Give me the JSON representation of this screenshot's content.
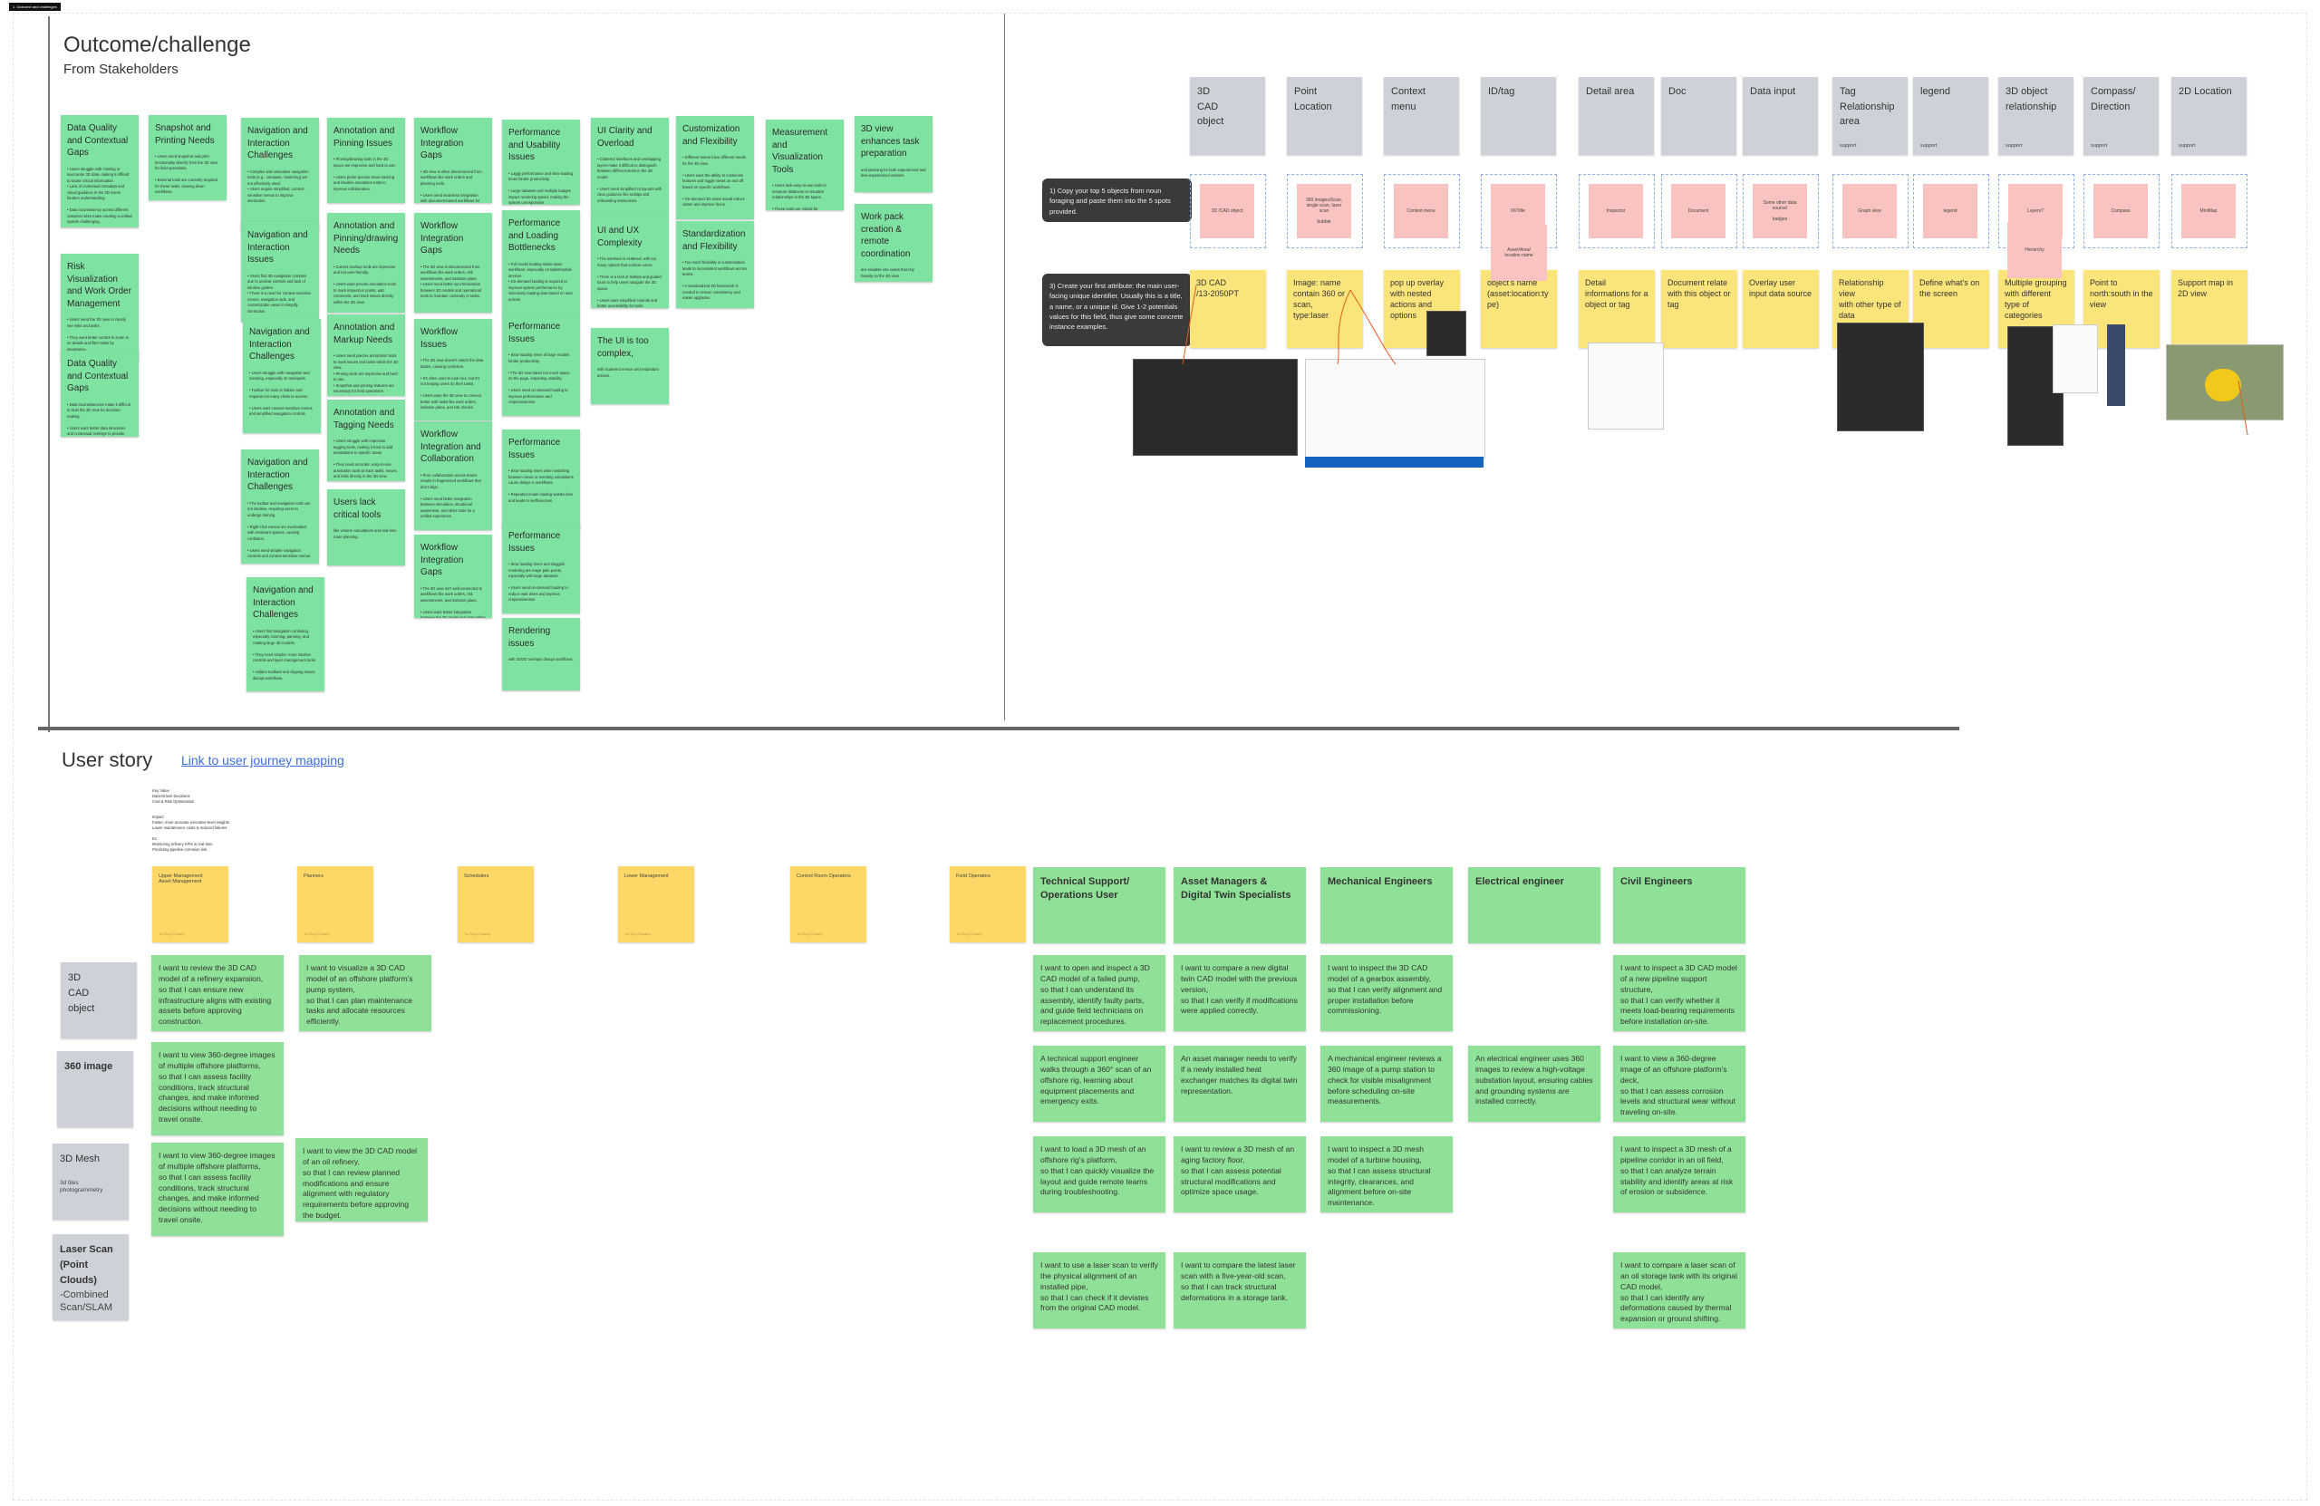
{
  "frame_label": "1. Outcome and challenges",
  "outcome": {
    "title": "Outcome/challenge",
    "subtitle": "From Stakeholders",
    "notes": [
      {
        "title": "Data Quality and Contextual Gaps",
        "body": "• Users struggle with missing or inaccurate 3D data, making it difficult to locate critical information.\n• Lack of contextual metadata and visual guidance in the 3D scene hinders understanding.\n\n• Data inconsistency across different customer sites make creating a unified system challenging."
      },
      {
        "title": "Snapshot and Printing Needs",
        "body": "• Users need snapshot and print functionality directly from the 3D view for field operations.\n\n• External tools are currently required for these tasks, slowing down workflows."
      },
      {
        "title": "Navigation and Interaction Challenges",
        "body": "• Complex and unintuitive navigation tools (e.g., compass, clustering) are not effectively used.\n• Users require simplified, context-sensitive menus to improve interaction."
      },
      {
        "title": "Annotation and Pinning Issues",
        "body": "• Pinning/drawing tools in the 3D space are imprecise and hard to use.\n\n• Users prefer precise issue tracking and intuitive annotation tools to improve collaboration."
      },
      {
        "title": "Workflow Integration Gaps",
        "body": "• 3D view is often disconnected from workflows like work orders and planning tools.\n\n• Users need seamless integration with document-based workflows for better task management."
      },
      {
        "title": "Performance and Usability Issues",
        "body": "• Laggy performance and slow loading times hinder productivity.\n\n• Large datasets and multiple badges impact rendering speed, making the system unresponsive."
      },
      {
        "title": "UI Clarity and Overload",
        "body": "• Cluttered interfaces and overlapping layers make it difficult to distinguish between different items in the 3D model.\n\n• Users need simplified UI layouts with clear guidance like tooltips and onboarding instructions."
      },
      {
        "title": "Customization and Flexibility",
        "body": "• Different teams have different needs for the 3D view.\n\n• Users want the ability to customize features and toggle views on and off based on specific workflows.\n\n• On-demand 3D views would reduce clutter and improve focus."
      },
      {
        "title": "Measurement and Visualization Tools",
        "body": "• Users lack easy-to-use tools to measure distances or visualize relationships in the 3D space.\n\n• These tools are critical for understanding equipment layout and interactions during simulations."
      },
      {
        "title": "3D view enhances task preparation",
        "body": "and planning for both experienced and less-experienced workers."
      },
      {
        "title": "Work pack creation & remote coordination",
        "body": "are valuable use cases that rely heavily on the 3D view."
      },
      {
        "title": "Risk Visualization and Work Order Management",
        "body": "• Users need the 3D view to clearly see risks and tasks.\n\n• They want better control to zoom in on details and filter tasks by importance."
      },
      {
        "title": "Data Quality and Contextual Gaps",
        "body": "• Data inconsistencies make it difficult to trust the 3D view for decision-making.\n\n• Users want better data structures and contextual overlays to provide more accurate insights."
      },
      {
        "title": "Navigation and Interaction Issues",
        "body": "• Users find 3D navigation complex due to unclear controls and lack of intuitive guides.\n• There is a need for context-sensitive menus, navigation aids, and customizable views to simplify interaction."
      },
      {
        "title": "Navigation and Interaction Challenges",
        "body": "• Users struggle with navigation and zooming, especially on trackpads.\n\n• Toolbar for tools is hidden and requires too many clicks to access.\n\n• Users want context-sensitive menus and simplified navigation controls."
      },
      {
        "title": "Navigation and Interaction Challenges",
        "body": "• The toolbar and navigation tools are not intuitive, requiring users to undergo training.\n\n• Right-click menus are overloaded with irrelevant options, causing confusion.\n\n• Users need simpler navigation controls and context-sensitive menus."
      },
      {
        "title": "Navigation and Interaction Challenges",
        "body": "• Users find navigation confusing, especially zooming, panning, and rotating large 3D models.\n\n• They need simpler, more intuitive controls and layer management tools.\n\n• Hidden toolbars and clipping issues disrupt workflows."
      },
      {
        "title": "Annotation and Pinning/drawing Needs",
        "body": "• Current markup tools are imprecise and not user-friendly.\n\n• Users want precise annotation tools to mark inspection points, add comments, and track issues directly within the 3D view."
      },
      {
        "title": "Annotation and Markup Needs",
        "body": "• Users need precise annotation tools to mark issues and tasks within the 3D view.\n• Pinning tools are imprecise and hard to use.\n• Snapshot and printing features are necessary for field operations."
      },
      {
        "title": "Annotation and Tagging Needs",
        "body": "• Users struggle with imprecise tagging tools, making it hard to add annotations to specific areas.\n\n• They need accurate, easy-to-use annotation tools to track tasks, issues, and risks directly in the 3D view."
      },
      {
        "title": "Users lack critical tools",
        "body": "like volume calculations and real-time route planning."
      },
      {
        "title": "Workflow Integration Gaps",
        "body": "• The 3D view is disconnected from workflows like work orders, risk assessments, and isolation plans.\n• Users need better synchronization between 3D models and operational tools to maintain continuity in tasks."
      },
      {
        "title": "Workflow Issues",
        "body": "• The 3D view doesn't match the data tables, causing confusion.\n\n• It's often used to look nice, but it's not helping users do their tasks.\n\n• Users want the 3D view to connect better with tasks like work orders, isolation plans, and risk checks."
      },
      {
        "title": "Workflow Integration and Collaboration",
        "body": "• Poor collaboration across teams results in fragmented workflows that don't align.\n\n• Users need better integration between simulation, situational awareness, and other tools for a unified experience."
      },
      {
        "title": "Workflow Integration Gaps",
        "body": "• The 3D view isn't well-connected to workflows like work orders, risk assessments, and isolation plans.\n\n• Users want better integration between the 3D model and data tables to streamline tasks."
      },
      {
        "title": "Performance and Loading Bottlenecks",
        "body": "• Full model loading slows down workflows, especially on tablet/mobile devices.\n• On-demand loading is required to improve system performance by selectively loading data based on user actions."
      },
      {
        "title": "Performance Issues",
        "body": "• Slow loading times of large models hinder productivity.\n\n• The 3D view takes too much space on the page, impacting usability.\n\n• Users need on-demand loading to improve performance and responsiveness."
      },
      {
        "title": "Performance Issues",
        "body": "• Slow loading times when switching between views or resetting simulations cause delays in workflows.\n\n• Repeated model loading wastes time and leads to inefficiencies."
      },
      {
        "title": "Performance Issues",
        "body": "• Slow loading times and sluggish rendering are major pain points, especially with large datasets.\n\n• Users need on-demand loading to reduce wait times and improve responsiveness."
      },
      {
        "title": "Rendering issues",
        "body": "with 2D/3D overlays disrupt workflows."
      },
      {
        "title": "UI and UX Complexity",
        "body": "• The interface is cluttered, with too many options that confuse users.\n\n• There is a lack of tooltips and guided tours to help users navigate the 3D space.\n\n• Users want simplified controls and better accessibility for tools."
      },
      {
        "title": "The UI is too complex,",
        "body": "with scattered menus and redundant actions."
      },
      {
        "title": "Standardization and Flexibility",
        "body": "• Too much flexibility in customization leads to inconsistent workflows across teams.\n\n• A standardized 3D framework is needed to ensure consistency and easier upgrades."
      }
    ]
  },
  "noun": {
    "callout1": "1) Copy your top 5 objects from noun foraging and paste them into the 5 spots provided.",
    "callout2": "3) Create your first attribute: the main user-facing unique identifier. Usually this is a title, a name, or a unique id. Give 1-2 potentials values for this field, thus give some concrete instance examples.",
    "columns": [
      {
        "header": "3D\nCAD\nobject",
        "support": "",
        "pink": "3D /CAD object",
        "attr": "3D CAD\n/13-2050PT"
      },
      {
        "header": "Point\nLocation",
        "support": "",
        "pink": "360 images/Scan,\nsingle scan, laser\nscan\n\nbubble",
        "attr": "Image: name\ncontain 360 or\nscan,\ntype:laser"
      },
      {
        "header": "Context\nmenu",
        "support": "",
        "pink": "Context menu",
        "attr": "pop up overlay\nwith nested\nactions and\noptions"
      },
      {
        "header": "ID/tag",
        "support": "",
        "pink": "ID/Title",
        "attr": "object's name\n(asset:location:ty\npe)"
      },
      {
        "header": "Detail area",
        "support": "",
        "pink": "Inspector",
        "attr": "Detail\ninformations for a\nobject or tag"
      },
      {
        "header": "Doc",
        "support": "",
        "pink": "Document",
        "attr": "Document relate\nwith this object or\ntag"
      },
      {
        "header": "Data input",
        "support": "",
        "pink": "Some other data\nsource/\n\nbadges",
        "attr": "Overlay user\ninput data source"
      },
      {
        "header": "Tag\nRelationship\narea",
        "support": "support",
        "pink": "Graph view",
        "attr": "Relationship view\nwith other type of\ndata"
      },
      {
        "header": "legend",
        "support": "support",
        "pink": "legend",
        "attr": "Define what's on\nthe screen"
      },
      {
        "header": "3D object\nrelationship",
        "support": "support",
        "pink": "Layers?",
        "attr": "Multiple grouping\nwith different\ntype of\ncategories"
      },
      {
        "header": "Compass/\nDirection",
        "support": "support",
        "pink": "Compass",
        "attr": "Point to\nnorth:south in the\nview"
      },
      {
        "header": "2D Location",
        "support": "support",
        "pink": "MiniMap",
        "attr": "Support map in\n2D view"
      }
    ],
    "extra_pinks": {
      "id_tag": "Asset/Area/\nlocation name",
      "relationship": "Hierarchy"
    }
  },
  "user_story": {
    "title": "User story",
    "link": "Link to user journey mapping",
    "key_value": "Key Value\nData-Driven Decisions\nCost & Risk Optimization\n\n\nImpact\nFaster, more accurate executive-level insights\nLower maintenance costs & reduced failures\n\nEx\nMonitoring refinery KPIs in real-time\nPredicting pipeline corrosion risk",
    "personas": [
      {
        "label": "Upper Management\nAsset Management",
        "author": "Ya-Ting Chuang"
      },
      {
        "label": "Planners",
        "author": "Ya-Ting Chuang"
      },
      {
        "label": "Schedulers",
        "author": "Ya-Ting Chuang"
      },
      {
        "label": "Lower Management",
        "author": "Ya-Ting Chuang"
      },
      {
        "label": "Control Room Operators",
        "author": "Ya-Ting Chuang"
      },
      {
        "label": "Field Operators",
        "author": "Ya-Ting Chuang"
      }
    ],
    "roles": [
      "Technical Support/\nOperations User",
      "Asset Managers &\nDigital Twin Specialists",
      "Mechanical Engineers",
      "Electrical engineer",
      "Civil Engineers"
    ],
    "rows": [
      {
        "label": "3D\nCAD\nobject",
        "sub": ""
      },
      {
        "label": "360 image",
        "sub": ""
      },
      {
        "label": "3D Mesh",
        "sub": "3d tiles\nphotogrammetry"
      },
      {
        "label": "Laser Scan\n(Point\nClouds)",
        "sub": "-Combined\nScan/SLAM"
      }
    ],
    "stories_left": [
      "I want to review the 3D CAD model of a refinery expansion,\nso that I can ensure new infrastructure aligns with existing assets before approving construction.",
      "I want to visualize a 3D CAD model of an offshore platform's pump system,\nso that I can plan maintenance tasks and allocate resources efficiently.",
      "I want to view 360-degree images of multiple offshore platforms,\nso that I can assess facility conditions, track structural changes, and make informed decisions without needing to travel onsite.",
      "I want to view 360-degree images of multiple offshore platforms,\nso that I can assess facility conditions, track structural changes, and make informed decisions without needing to travel onsite.",
      "I want to view the 3D CAD model of an oil refinery,\nso that I can review planned modifications and ensure alignment with regulatory requirements before approving the budget."
    ],
    "stories_right": {
      "cad": [
        "I want to open and inspect a 3D CAD model of a failed pump,\nso that I can understand its assembly, identify faulty parts, and guide field technicians on replacement procedures.",
        "I want to compare a new digital twin CAD model with the previous version,\nso that I can verify if modifications were applied correctly.",
        "I want to inspect the 3D CAD model of a gearbox assembly,\nso that I can verify alignment and proper installation before commissioning.",
        "",
        "I want to inspect a 3D CAD model of a new pipeline support structure,\nso that I can verify whether it meets load-bearing requirements before installation on-site."
      ],
      "image360": [
        " A technical support engineer walks through a 360° scan of an offshore rig, learning about equipment placements and emergency exits.",
        "An asset manager needs to verify if a newly installed heat exchanger matches its digital twin representation.",
        "A mechanical engineer reviews a 360 image of a pump station to check for visible misalignment before scheduling on-site measurements.",
        "An electrical engineer uses 360 images to review a high-voltage substation layout, ensuring cables and grounding systems are installed correctly.",
        "I want to view a 360-degree image of an offshore platform's deck,\nso that I can assess corrosion levels and structural wear without traveling on-site."
      ],
      "mesh": [
        "I want to load a 3D mesh of an offshore rig's platform,\nso that I can quickly visualize the layout and guide remote teams during troubleshooting.",
        "I want to review a 3D mesh of an aging factory floor,\nso that I can assess potential structural modifications and optimize space usage.",
        "I want to inspect a 3D mesh model of a turbine housing,\nso that I can assess structural integrity, clearances, and alignment before on-site maintenance.",
        "",
        "I want to inspect a 3D mesh of a pipeline corridor in an oil field,\nso that I can analyze terrain stability and identify areas at risk of erosion or subsidence."
      ],
      "laser": [
        "I want to use a laser scan to verify the physical alignment of an installed pipe,\nso that I can check if it deviates from the original CAD model.",
        "I want to compare the latest laser scan with a five-year-old scan,\nso that I can track structural deformations in a storage tank.",
        "",
        "",
        "I want to compare a laser scan of an oil storage tank with its original CAD model,\nso that I can identify any deformations caused by thermal expansion or ground shifting."
      ]
    }
  },
  "colors": {
    "green_note": "#7ee3a2",
    "story_green": "#8fe197",
    "yellow": "#fbe57a",
    "persona_yellow": "#fdd866",
    "gray": "#ced2d8",
    "pink": "#f8c3c0",
    "link": "#3b6ee0",
    "annotation": "#e05a1e"
  }
}
